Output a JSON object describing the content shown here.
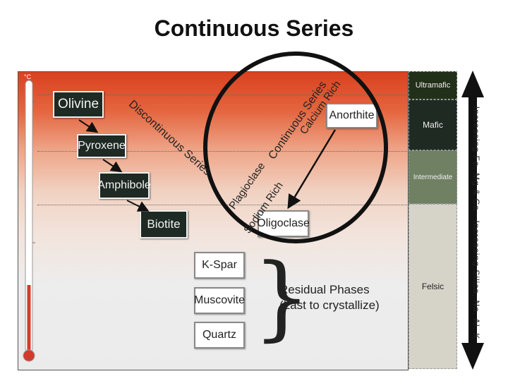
{
  "title": "Continuous Series",
  "thermometer_unit": "°C",
  "dark_minerals": [
    "Olivine",
    "Pyroxene",
    "Amphibole",
    "Biotite"
  ],
  "discontinuous_label": "Discontinuous Series",
  "plagioclase": {
    "anorthite": "Anorthite",
    "oligoclase": "Oligoclase",
    "upper_label": "Continuous Series",
    "upper_sub": "Calcium Rich",
    "lower_label": "Plagioclase",
    "lower_sub": "Sodium Rich"
  },
  "residual_minerals": [
    "K-Spar",
    "Muscovite",
    "Quartz"
  ],
  "residual_label_line1": "Residual Phases",
  "residual_label_line2": "(Last to crystallize)",
  "rock_types": [
    {
      "name": "Ultramafic",
      "color": "#233019",
      "text_color": "#f0f0f0"
    },
    {
      "name": "Mafic",
      "color": "#1f2a23",
      "text_color": "#f0f0f0"
    },
    {
      "name": "Intermediate",
      "color": "#6f8063",
      "text_color": "#f0f0f0"
    },
    {
      "name": "Felsic",
      "color": "#d6d3c9",
      "text_color": "#222222"
    }
  ],
  "side_label": "Increasing Silica, Na, Al, K",
  "side_label_top": "Increasing Fe, Mg & Ca"
}
